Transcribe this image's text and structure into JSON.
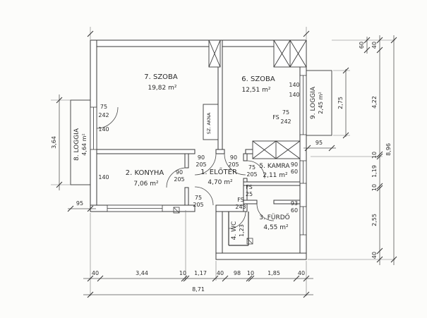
{
  "plan": {
    "rooms": {
      "room7": {
        "name": "7. SZOBA",
        "area": "19,82 m²"
      },
      "room6": {
        "name": "6. SZOBA",
        "area": "12,51 m²"
      },
      "kitchen": {
        "name": "2. KONYHA",
        "area": "7,06 m²"
      },
      "hall": {
        "name": "1. ELŐTÉR",
        "area": "4,70 m²"
      },
      "kamra": {
        "name": "5. KAMRA",
        "area": "2,11 m²"
      },
      "bath": {
        "name": "3. FÜRDŐ",
        "area": "4,55 m²"
      },
      "wc": {
        "name": "4. WC",
        "area": "1,23"
      },
      "loggia8": {
        "name": "8. LOGGIA",
        "area": "4,64 m²"
      },
      "loggia9": {
        "name": "9. LOGGIA",
        "area": "2,45 m²"
      },
      "shaft": {
        "name": "SZ. AKNA"
      }
    },
    "dims": {
      "bottom": [
        "40",
        "3,44",
        "10",
        "1,17",
        "40",
        "98",
        "10",
        "1,85",
        "40"
      ],
      "bottomTotal": "8,71",
      "right": [
        "40",
        "4,22",
        "10",
        "1,19",
        "10",
        "2,55",
        "40"
      ],
      "rightTotal": "8,96",
      "loggia9Height": "2,75",
      "rightTop": "60",
      "leftLoggia": "3,64",
      "leftBottom": "95",
      "rightMid": "95"
    },
    "interior": {
      "leftJamb": "75",
      "leftSill": "242",
      "left140a": "140",
      "left140b": "140",
      "right140a": "140",
      "right140b": "140",
      "rightJamb": "75",
      "rightSill": "242",
      "fsRight": "FS",
      "doorTLw": "90",
      "doorTLh": "205",
      "doorTRw": "90",
      "doorTRh": "205",
      "doorKw": "90",
      "doorKh": "205",
      "doorBw": "75",
      "doorBh": "205",
      "doorPw": "75",
      "doorPh": "205",
      "fs1": "FS",
      "fs1v": "25",
      "fs2": "FS",
      "fs2v": "243",
      "winKamraW": "90",
      "winKamraH": "60",
      "winBathW": "93",
      "winBathH": "60"
    }
  }
}
